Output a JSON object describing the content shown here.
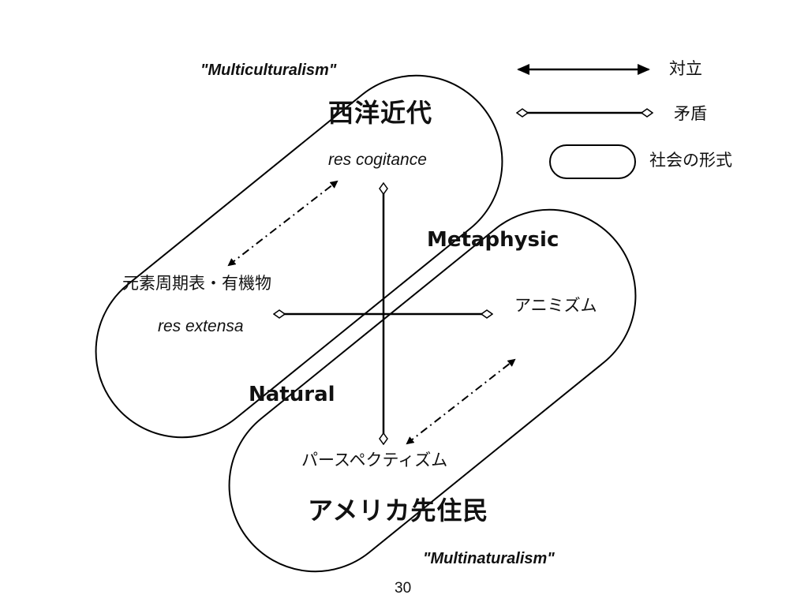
{
  "labels": {
    "multiculturalism": "\"Multiculturalism\"",
    "multinaturalism": "\"Multinaturalism\"",
    "western_modern": "西洋近代",
    "american_natives": "アメリカ先住民",
    "res_cogitance": "res cogitance",
    "res_extensa": "res extensa",
    "periodic_table": "元素周期表・有機物",
    "metaphysic": "Metaphysic",
    "natural": "Natural",
    "animism": "アニミズム",
    "perspectivism": "パースペクティズム"
  },
  "legend": {
    "opposition": "対立",
    "contradiction": "矛盾",
    "social_form": "社会の形式"
  },
  "page_number": "30",
  "colors": {
    "stroke": "#000000",
    "background": "#ffffff"
  }
}
